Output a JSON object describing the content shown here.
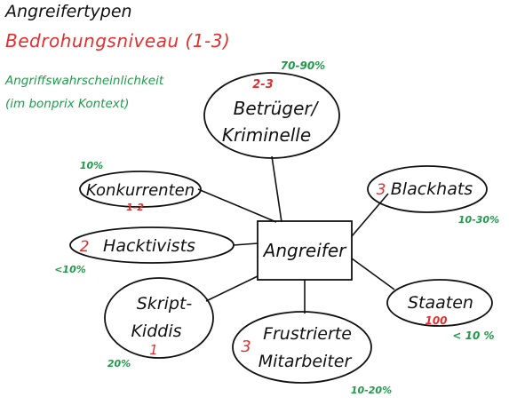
{
  "legend": {
    "title": "Angreifertypen",
    "threat_level": "Bedrohungsniveau (1-3)",
    "probability_line1": "Angriffswahrscheinlichkeit",
    "probability_line2": "(im bonprix Kontext)"
  },
  "colors": {
    "ink": "#111111",
    "threat": "#e03030",
    "probability": "#1f9a4a"
  },
  "center": {
    "label": "Angreifer"
  },
  "attackers": [
    {
      "id": "betrueger",
      "lines": [
        "Betrüger/",
        "Kriminelle"
      ],
      "threat": "2-3",
      "probability": "70-90%"
    },
    {
      "id": "konkurrenten",
      "lines": [
        "Konkurrenten"
      ],
      "threat": "1-2",
      "probability": "10%"
    },
    {
      "id": "blackhats",
      "lines": [
        "Blackhats"
      ],
      "threat": "3",
      "probability": "10-30%"
    },
    {
      "id": "hacktivists",
      "lines": [
        "Hacktivists"
      ],
      "threat": "2",
      "probability": "<10%"
    },
    {
      "id": "staaten",
      "lines": [
        "Staaten"
      ],
      "threat": "100",
      "probability": "< 10 %"
    },
    {
      "id": "skriptkiddis",
      "lines": [
        "Skript-",
        "Kiddis"
      ],
      "threat": "1",
      "probability": "20%"
    },
    {
      "id": "frustrierte",
      "lines": [
        "Frustrierte",
        "Mitarbeiter"
      ],
      "threat": "3",
      "probability": "10-20%"
    }
  ]
}
